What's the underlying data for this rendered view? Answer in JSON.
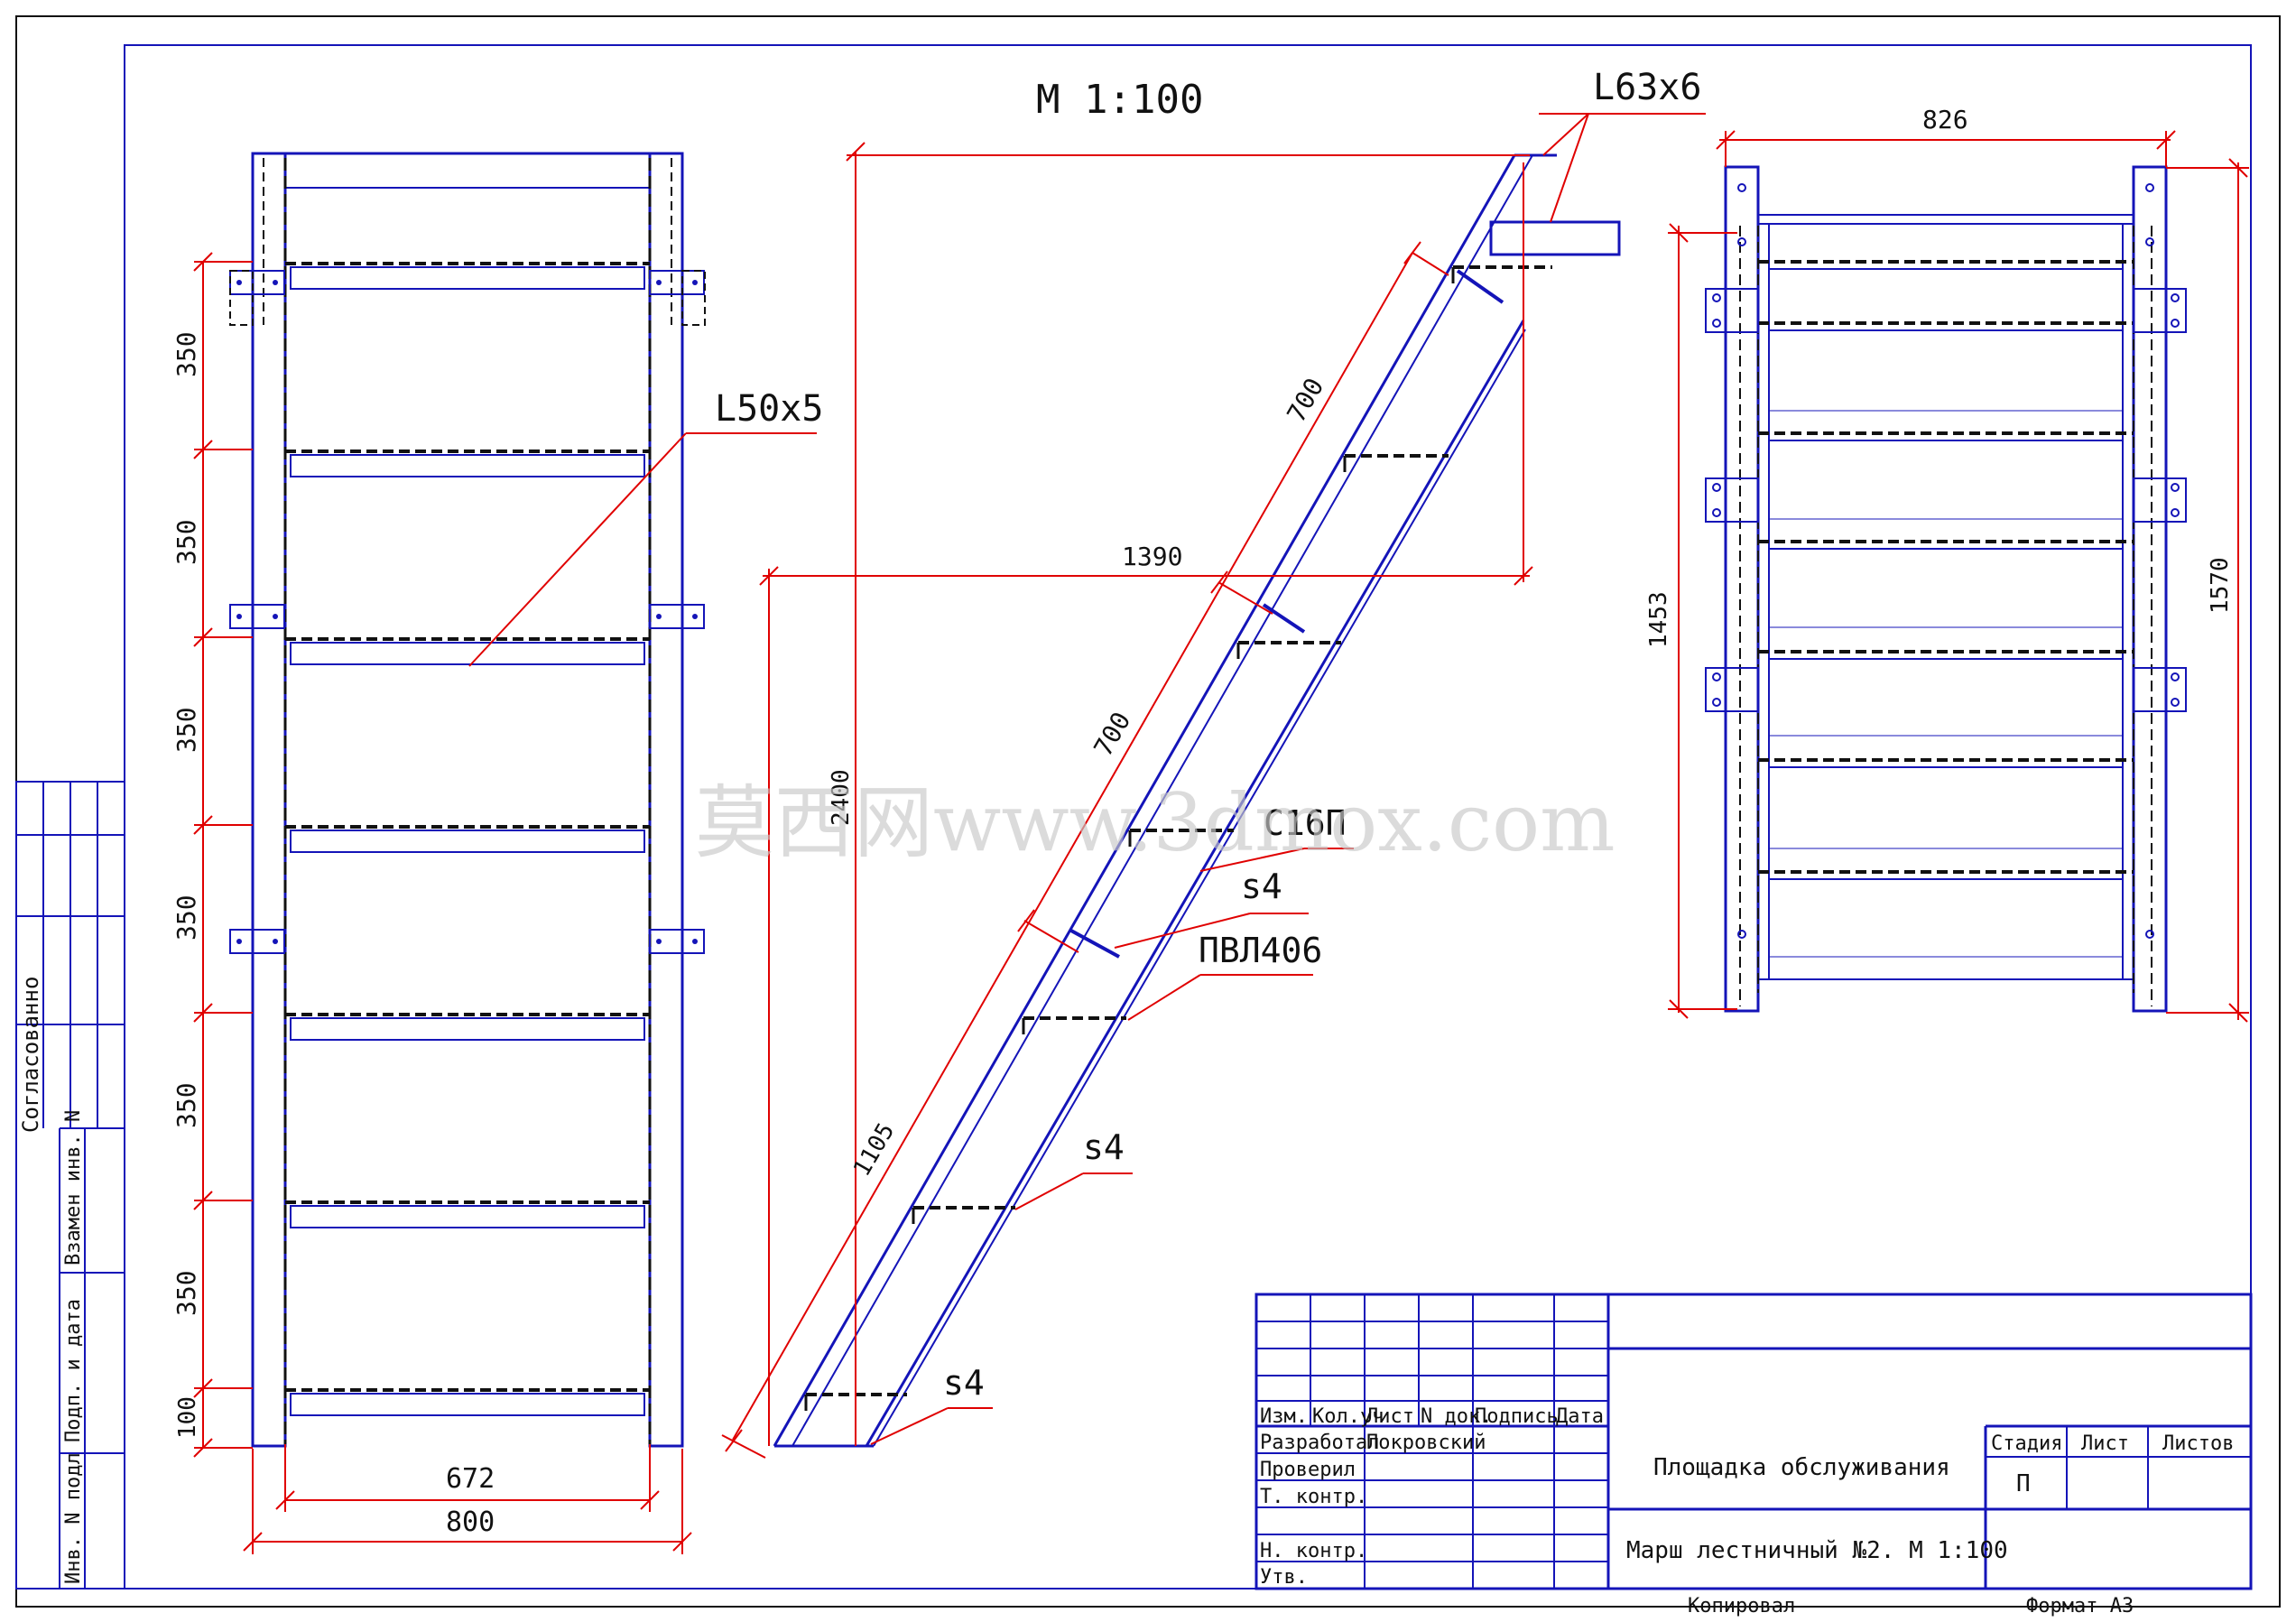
{
  "drawing": {
    "scale_label": "М 1:100",
    "callouts": {
      "angle_top": "L63х6",
      "angle_tread": "L50х5",
      "channel": "С16П",
      "weld_1": "s4",
      "weld_2": "s4",
      "weld_3": "s4",
      "grating": "ПВЛ406"
    },
    "dimensions": {
      "front_step_spacing": [
        "350",
        "350",
        "350",
        "350",
        "350",
        "350",
        "100"
      ],
      "front_inner_width": "672",
      "front_outer_width": "800",
      "side_horizontal": "1390",
      "side_height": "2400",
      "side_slope_upper": "700",
      "side_slope_middle": "700",
      "side_slope_lower": "1105",
      "top_width": "826",
      "top_inner_length": "1453",
      "top_outer_length": "1570"
    }
  },
  "left_margin": {
    "approved": "Согласованно",
    "replaced_inv": "Взамен инв. N",
    "signature_date": "Подп. и дата",
    "original_inv": "Инв. N подл"
  },
  "title_block": {
    "headers": [
      "Изм.",
      "Кол.уч",
      "Лист",
      "N док.",
      "Подпись",
      "Дата"
    ],
    "roles": {
      "developed": "Разработал",
      "checked": "Проверил",
      "tech_control": "Т. контр.",
      "norm_control": "Н. контр.",
      "approved": "Утв."
    },
    "developer_name": "Покровский",
    "project_title": "Площадка обслуживания",
    "sheet_title": "Марш лестничный №2. М 1:100",
    "stage_label": "Стадия",
    "sheet_label": "Лист",
    "sheets_label": "Листов",
    "stage_value": "П",
    "copied": "Копировал",
    "format": "Формат А3"
  },
  "watermark": "莫西网www.3dmox.com",
  "colors": {
    "outline": "#1414b8",
    "dimension": "#e00000",
    "hidden": "#111111"
  }
}
